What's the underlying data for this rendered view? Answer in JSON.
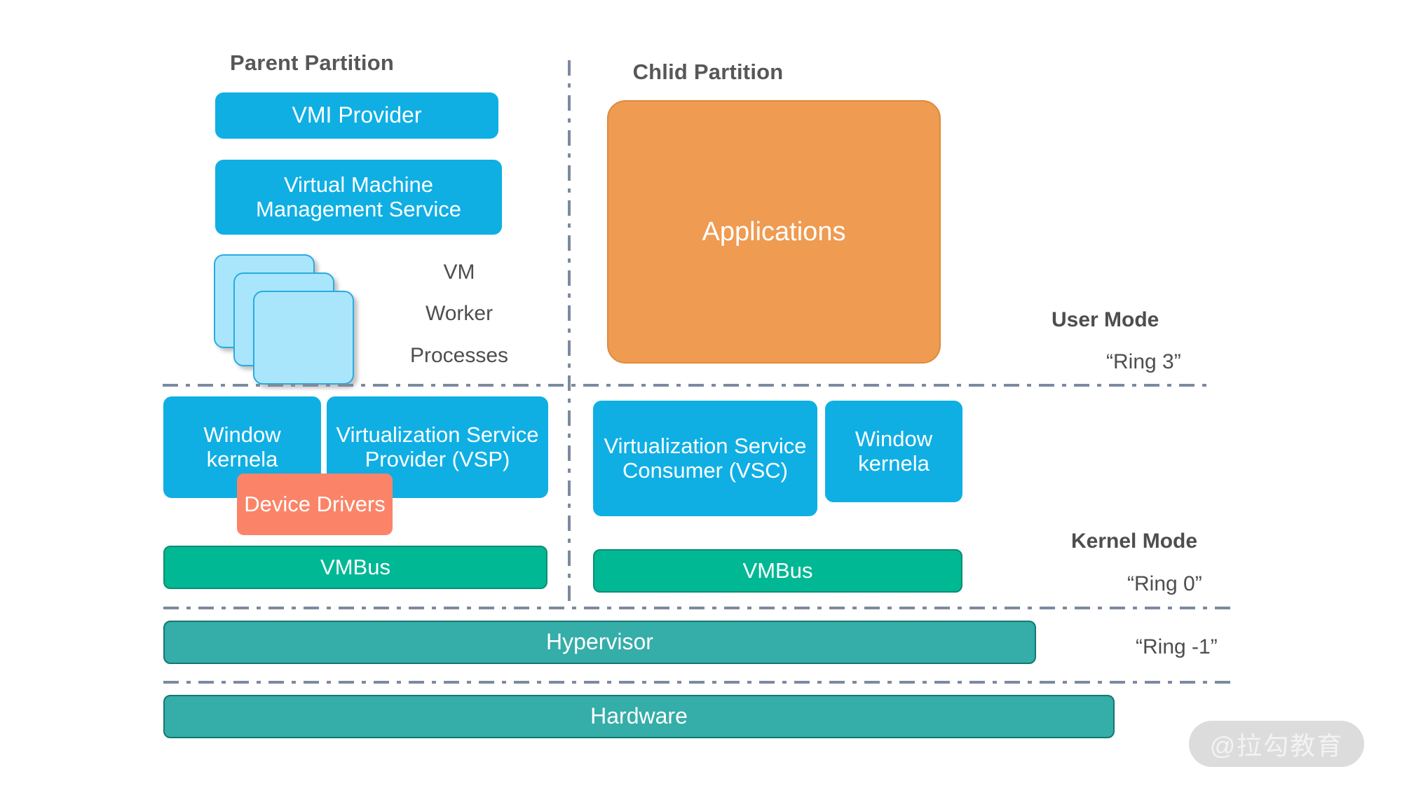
{
  "diagram": {
    "title_parent": "Parent Partition",
    "title_child": "Chlid Partition",
    "parent": {
      "vmi_provider": "VMI Provider",
      "vmms": "Virtual Machine Management Service",
      "worker_line1": "VM",
      "worker_line2": "Worker",
      "worker_line3": "Processes",
      "window_kernel": "Window kernela",
      "vsp": "Virtualization Service Provider (VSP)",
      "device_drivers": "Device Drivers",
      "vmbus": "VMBus"
    },
    "child": {
      "applications": "Applications",
      "vsc": "Virtualization Service Consumer (VSC)",
      "window_kernel": "Window kernela",
      "vmbus": "VMBus"
    },
    "base": {
      "hypervisor": "Hypervisor",
      "hardware": "Hardware"
    },
    "modes": {
      "user_mode": "User Mode",
      "ring3": "“Ring 3”",
      "kernel_mode": "Kernel Mode",
      "ring0": "“Ring 0”",
      "ring_minus1": "“Ring -1”"
    },
    "watermark": "@拉勾教育",
    "colors": {
      "blue": "#0FAFE4",
      "light_blue": "#A9E6FB",
      "orange": "#EF9B51",
      "salmon": "#FB8468",
      "teal_bright": "#00B894",
      "teal_muted": "#35ADA8",
      "divider": "#7C8AA0",
      "text_grey": "#575757",
      "background": "#FFFFFF"
    }
  }
}
